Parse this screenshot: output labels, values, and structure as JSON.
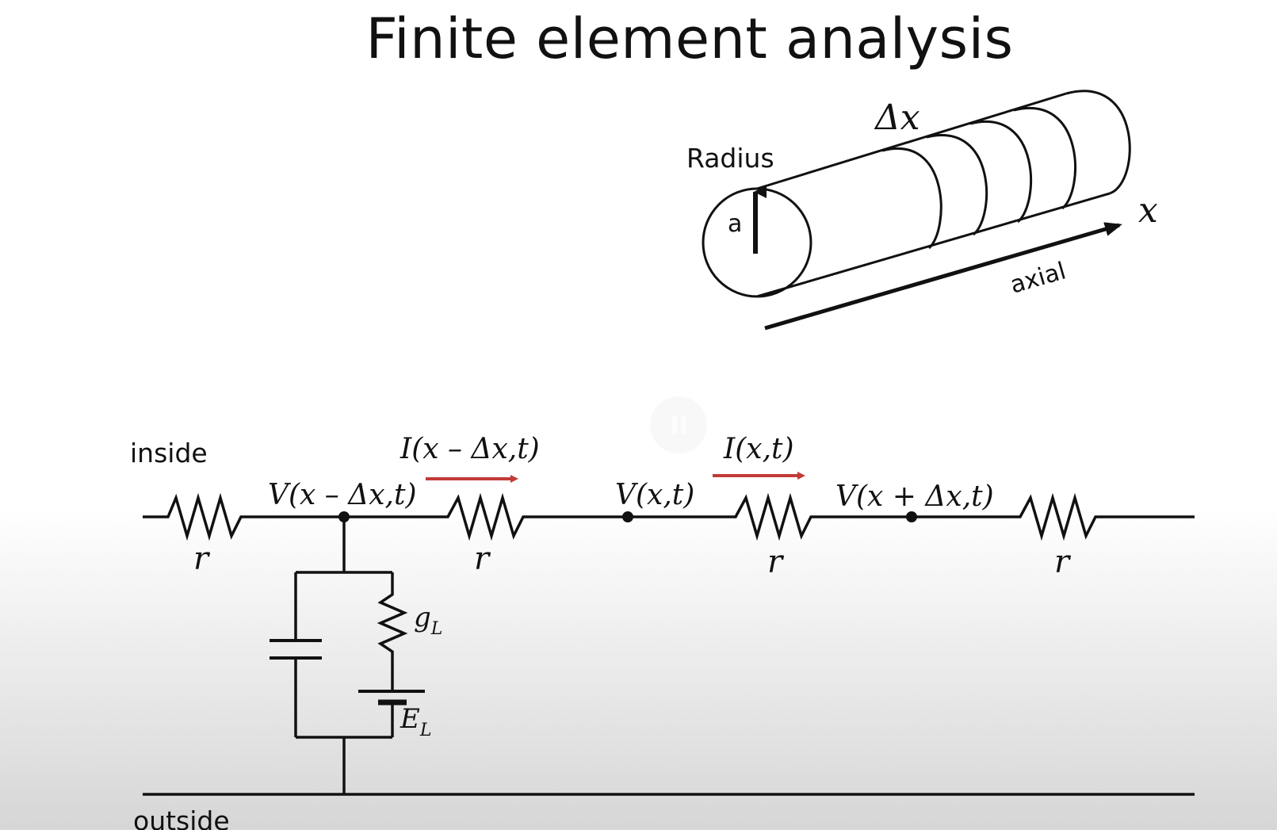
{
  "title": "Finite element analysis",
  "cylinder": {
    "radius_label": "Radius",
    "radius_symbol": "a",
    "delta_label": "Δx",
    "x_label": "x",
    "axial_label": "axial"
  },
  "circuit": {
    "inside_label": "inside",
    "outside_label": "outside",
    "resistor_labels": [
      "r",
      "r",
      "r",
      "r"
    ],
    "node_labels": [
      "V(x – Δx,t)",
      "V(x,t)",
      "V(x + Δx,t)"
    ],
    "current_labels": [
      "I(x – Δx,t)",
      "I(x,t)"
    ],
    "conductance_label": "g",
    "conductance_sub": "L",
    "battery_label": "E",
    "battery_sub": "L"
  },
  "colors": {
    "current_arrow": "#c23b36",
    "line": "#111111"
  },
  "overlay": {
    "icon": "pause-icon"
  }
}
